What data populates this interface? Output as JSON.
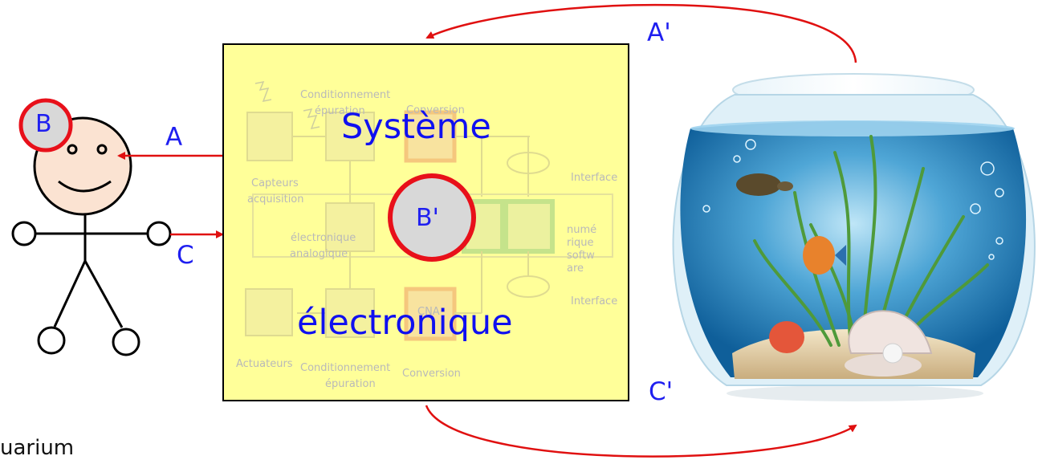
{
  "labels": {
    "a": "A",
    "a_prime": "A'",
    "b": "B",
    "b_prime": "B'",
    "c": "C",
    "c_prime": "C'",
    "bottom_caption": "uarium"
  },
  "system": {
    "line1": "Système",
    "line2": "électronique"
  },
  "background_blocks": {
    "conditionnement_top": "Conditionnement",
    "epuration_top": "épuration",
    "conversion_top": "Conversion",
    "capteurs": "Capteurs",
    "acquisition": "acquisition",
    "interface_top": "Interface",
    "electronique": "électronique",
    "analogique": "analogique",
    "numerique_1": "numé",
    "numerique_2": "rique",
    "software_1": "softw",
    "software_2": "are",
    "interface_bottom": "Interface",
    "cna": "CNA",
    "actuateurs": "Actuateurs",
    "conditionnement_bottom": "Conditionnement",
    "epuration_bottom": "épuration",
    "conversion_bottom": "Conversion"
  },
  "colors": {
    "arrow": "#e01010",
    "label": "#1f1ff0",
    "system_fill": "#ffff99",
    "circle_fill": "#d8d8d8",
    "circle_stroke": "#e8101a",
    "face_fill": "#fbe3d2",
    "water": "#3a92c8"
  }
}
